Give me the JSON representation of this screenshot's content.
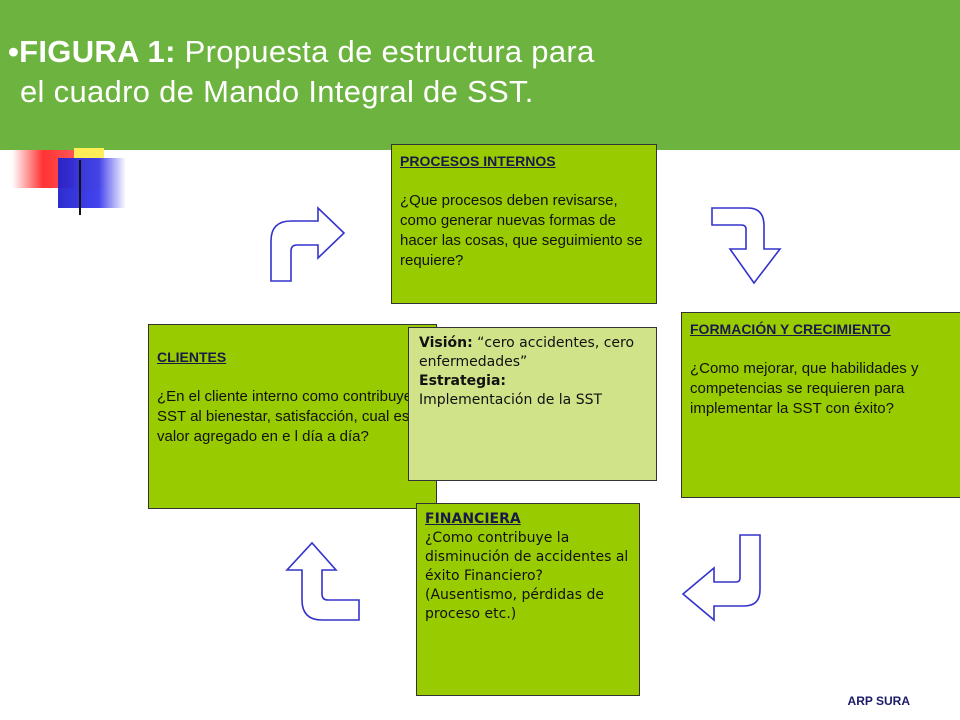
{
  "header": {
    "lead": "•FIGURA 1:",
    "title_line1": " Propuesta de estructura para",
    "title_line2": "el cuadro de Mando Integral de SST."
  },
  "boxes": {
    "procesos": {
      "title": "PROCESOS INTERNOS",
      "text": "¿Que procesos deben revisarse, como generar nuevas formas de hacer las cosas, que seguimiento se requiere?"
    },
    "clientes": {
      "title": "CLIENTES",
      "text": " ¿En el cliente interno como contribuye la SST al bienestar, satisfacción, cual es el valor agregado en e l día a día?"
    },
    "formacion": {
      "title": "FORMACIÓN Y CRECIMIENTO",
      "text": "¿Como mejorar, que habilidades y competencias se requieren para implementar la SST con éxito?"
    },
    "financiera": {
      "title": "FINANCIERA",
      "text": "¿Como contribuye la disminución de accidentes al éxito Financiero? (Ausentismo, pérdidas de proceso etc.)"
    },
    "vision": {
      "vision_label": "Visión:",
      "vision_text": " “cero accidentes, cero enfermedades”",
      "strategy_label": "Estrategia:",
      "strategy_text": "Implementación de la SST"
    }
  },
  "footer": {
    "brand": "ARP SURA"
  },
  "colors": {
    "header": "#6db33f",
    "box": "#99cc00",
    "vision_box": "#d1e388",
    "arrow_outline": "#3333cc",
    "arrow_fill": "#ffffff"
  },
  "icons": [
    "corner-decoration",
    "curved-arrow-top-left",
    "curved-arrow-top-right",
    "curved-arrow-bottom-right",
    "curved-arrow-bottom-left"
  ]
}
